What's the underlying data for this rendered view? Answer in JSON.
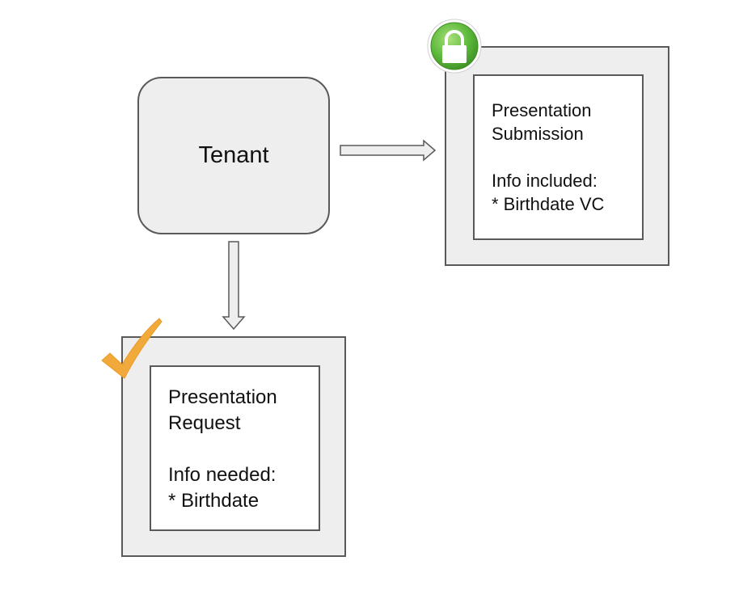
{
  "tenant": {
    "label": "Tenant"
  },
  "submission": {
    "title_line1": "Presentation",
    "title_line2": "Submission",
    "info_label": "Info included:",
    "info_item": "* Birthdate VC",
    "badge_icon": "lock-icon"
  },
  "request": {
    "title_line1": "Presentation",
    "title_line2": "Request",
    "info_label": "Info needed:",
    "info_item": "* Birthdate",
    "badge_icon": "checkmark-icon"
  },
  "colors": {
    "box_fill": "#eeeeee",
    "stroke": "#595959",
    "lock_green": "#4caf50",
    "check_orange": "#f2a93b"
  }
}
